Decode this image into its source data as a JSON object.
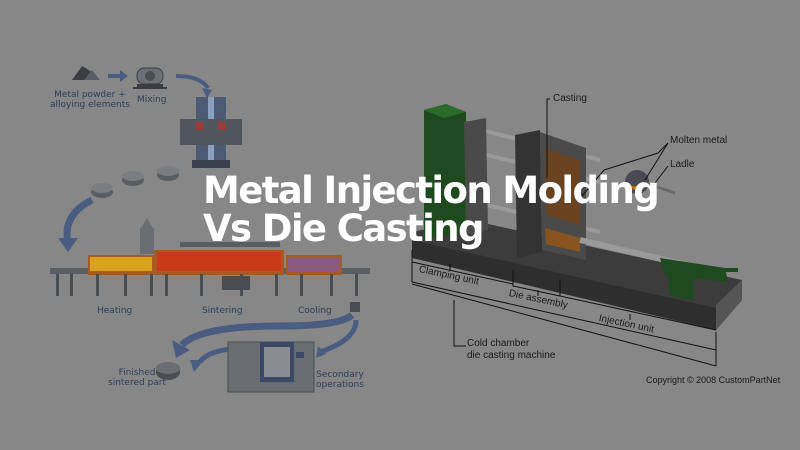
{
  "title": {
    "line1": "Metal Injection Molding",
    "line2": "Vs Die Casting"
  },
  "mim_diagram": {
    "labels": {
      "powder": [
        "Metal powder +",
        "alloying elements"
      ],
      "mixing": "Mixing",
      "heating": "Heating",
      "sintering": "Sintering",
      "cooling": "Cooling",
      "finished": [
        "Finished",
        "sintered part"
      ],
      "secondary": [
        "Secondary",
        "operations"
      ]
    },
    "colors": {
      "arrow": "#4a5d80",
      "heating_zone": "#d9a21c",
      "sintering_zone": "#c93a1a",
      "cooling_zone": "#8a5a80",
      "furnace_frame": "#a85a20"
    }
  },
  "die_casting_diagram": {
    "labels": {
      "casting": "Casting",
      "molten_metal": "Molten metal",
      "ladle": "Ladle",
      "clamping_unit": "Clamping unit",
      "die_assembly": "Die assembly",
      "injection_unit": "Injection unit",
      "machine": [
        "Cold chamber",
        "die casting machine"
      ]
    },
    "colors": {
      "green_housing": "#1f4a1f",
      "die": "#6a4420",
      "base": "#3c3c3c"
    },
    "copyright": "Copyright © 2008 CustomPartNet"
  },
  "background": "#878787"
}
